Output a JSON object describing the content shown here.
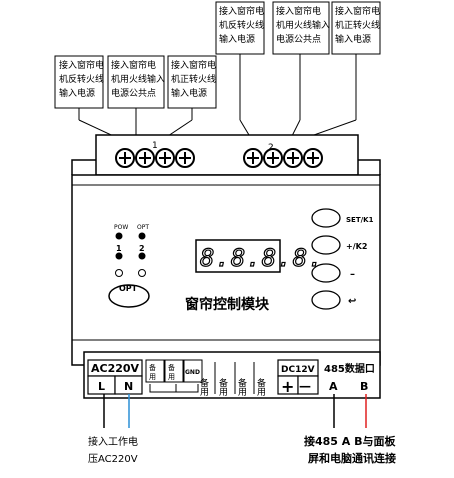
{
  "callouts": {
    "reverse1": [
      "接入窗帘电",
      "机反转火线",
      "输入电源"
    ],
    "common1": [
      "接入窗帘电",
      "机用火线输入",
      "电源公共点"
    ],
    "forward1": [
      "接入窗帘电",
      "机正转火线",
      "输入电源"
    ],
    "reverse2": [
      "接入窗帘电",
      "机反转火线",
      "输入电源"
    ],
    "common2": [
      "接入窗帘电",
      "机用火线输入",
      "电源公共点"
    ],
    "forward2": [
      "接入窗帘电",
      "机正转火线",
      "输入电源"
    ]
  },
  "terminals_top": {
    "group1_mark": "1",
    "group2_mark": "2"
  },
  "panel": {
    "pow_label": "POW",
    "opt_label": "OPT",
    "led1_label": "1",
    "led2_label": "2",
    "opt_button_label": "OPT",
    "display_value": "8.8.8.8.",
    "module_title": "窗帘控制模块",
    "key1_label": "SET/K1",
    "key2_label": "+/K2",
    "key3_label": "–",
    "key4_label": "↩"
  },
  "bottom": {
    "ac_label": "AC220V",
    "l_label": "L",
    "n_label": "N",
    "spare1a": "备",
    "spare1b": "用",
    "spare2a": "备",
    "spare2b": "用",
    "gnd_label": "GND",
    "spare3": "备用",
    "spare4": "备用",
    "spare5": "备用",
    "spare6": "备用",
    "dc_label": "DC12V",
    "plus": "+",
    "minus": "—",
    "rs485_label": "485数据口",
    "a_label": "A",
    "b_label": "B"
  },
  "notes": {
    "power_note": [
      "接入工作电",
      "压AC220V"
    ],
    "rs485_note": [
      "接485 A B与面板",
      "屏和电脑通讯连接"
    ]
  },
  "colors": {
    "n_wire": "#2a8fd6",
    "b_wire": "#e02020",
    "line": "#000000"
  }
}
